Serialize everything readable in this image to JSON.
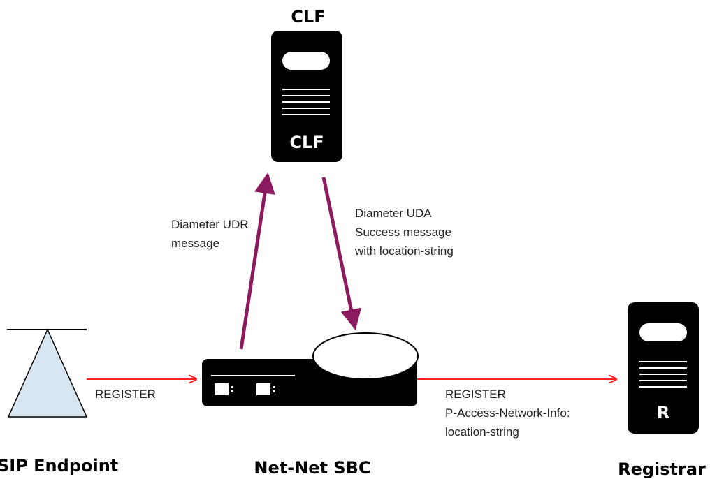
{
  "nodes": {
    "clf": {
      "title": "CLF",
      "badge": "CLF"
    },
    "endpoint": {
      "title": "SIP Endpoint"
    },
    "sbc": {
      "title": "Net-Net SBC"
    },
    "registrar": {
      "title": "Registrar",
      "badge": "R"
    }
  },
  "messages": {
    "register_in": {
      "lines": [
        "REGISTER"
      ]
    },
    "udr": {
      "lines": [
        "Diameter UDR",
        "message"
      ]
    },
    "uda": {
      "lines": [
        "Diameter UDA",
        "Success message",
        "with location-string"
      ]
    },
    "register_out": {
      "lines": [
        "REGISTER",
        "P-Access-Network-Info:",
        "location-string"
      ]
    }
  },
  "colors": {
    "device": "#000000",
    "endpoint_fill": "#d8e6f2",
    "sip_arrow": "#ff2020",
    "diameter_arrow": "#8b1a5e"
  }
}
